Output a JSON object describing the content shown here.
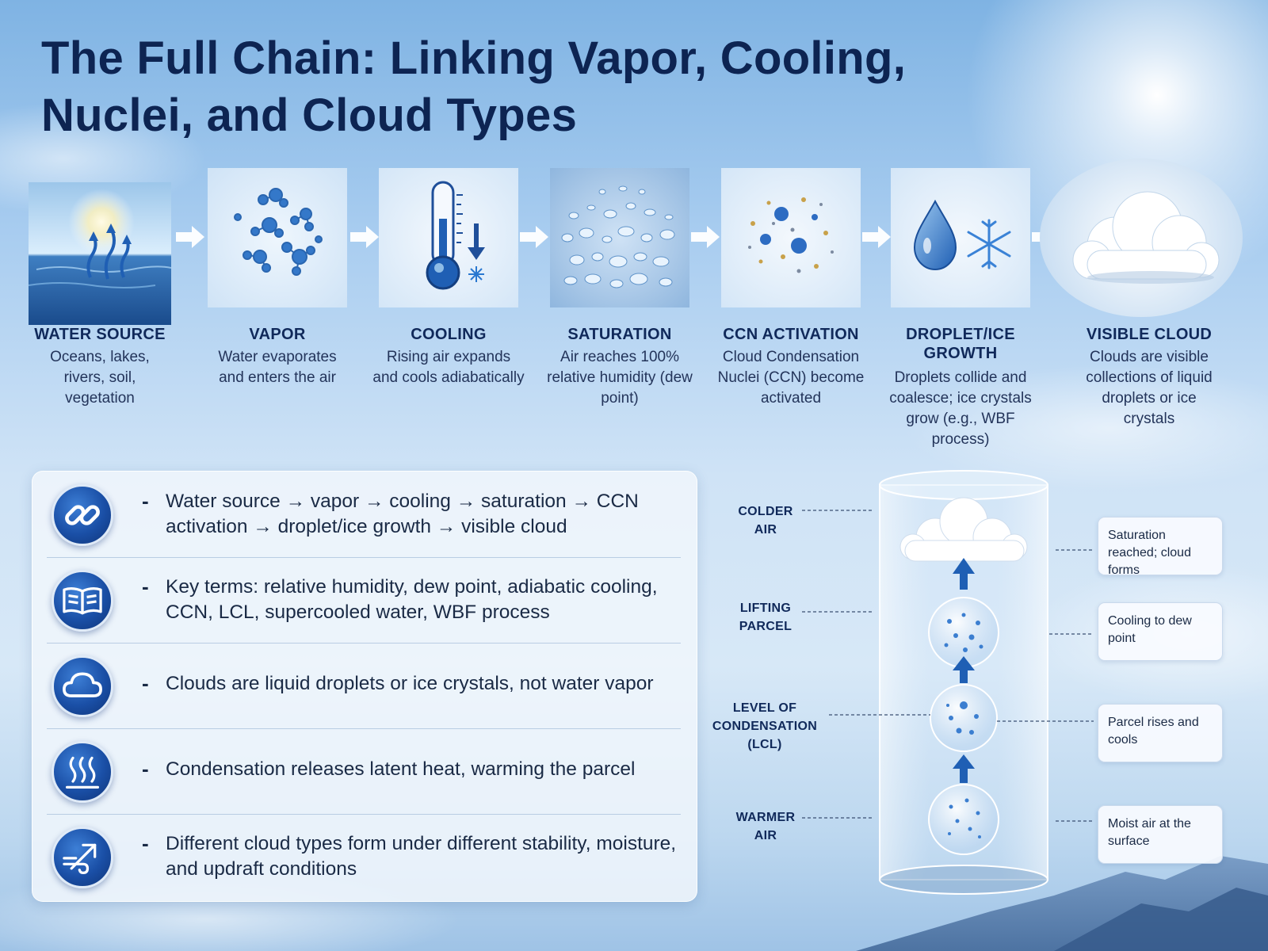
{
  "title": "The Full Chain: Linking Vapor, Cooling, Nuclei, and Cloud Types",
  "steps": [
    {
      "label": "WATER SOURCE",
      "desc": "Oceans, lakes, rivers, soil, vegetation",
      "icon": "ocean-evaporation-icon"
    },
    {
      "label": "VAPOR",
      "desc": "Water evaporates and enters the air",
      "icon": "water-molecules-icon"
    },
    {
      "label": "COOLING",
      "desc": "Rising air expands and cools adiabatically",
      "icon": "thermometer-icon"
    },
    {
      "label": "SATURATION",
      "desc": "Air reaches 100% relative humidity (dew point)",
      "icon": "droplets-surface-icon"
    },
    {
      "label": "CCN ACTIVATION",
      "desc": "Cloud Condensation Nuclei (CCN) become activated",
      "icon": "nuclei-particles-icon"
    },
    {
      "label": "DROPLET/ICE GROWTH",
      "desc": "Droplets collide and coalesce; ice crystals grow (e.g., WBF process)",
      "icon": "droplet-snowflake-icon"
    },
    {
      "label": "VISIBLE CLOUD",
      "desc": "Clouds are visible collections of liquid droplets or ice crystals",
      "icon": "cloud-icon"
    }
  ],
  "summary": [
    {
      "text": "Water source → vapor → cooling → saturation → CCN activation → droplet/ice growth → visible cloud",
      "icon": "chain-link-icon"
    },
    {
      "text": "Key terms: relative humidity, dew point, adiabatic cooling, CCN, LCL, supercooled water, WBF process",
      "icon": "open-book-icon"
    },
    {
      "text": "Clouds are liquid droplets or ice crystals, not water vapor",
      "icon": "cloud-outline-icon"
    },
    {
      "text": "Condensation releases latent heat, warming the parcel",
      "icon": "heat-waves-icon"
    },
    {
      "text": "Different cloud types form under different stability, moisture, and updraft conditions",
      "icon": "wind-arrow-icon"
    }
  ],
  "summary_dash": "-",
  "column": {
    "left_labels": [
      "COLDER AIR",
      "LIFTING PARCEL",
      "LEVEL OF CONDENSATION (LCL)",
      "WARMER AIR"
    ],
    "right_boxes": [
      "Saturation reached; cloud forms",
      "Cooling to dew point",
      "Parcel rises and cools",
      "Moist air at the surface"
    ]
  },
  "colors": {
    "title": "#0d2452",
    "accent": "#1a4fa6",
    "arrow": "#2e6fc7"
  }
}
